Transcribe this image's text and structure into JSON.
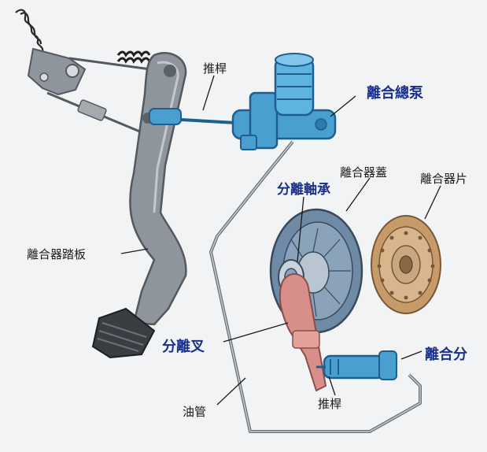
{
  "labels": {
    "push_rod_top": "推桿",
    "master_cylinder": "離合總泵",
    "clutch_cover": "離合器蓋",
    "release_bearing": "分離軸承",
    "clutch_disc": "離合器片",
    "clutch_pedal": "離合器踏板",
    "release_fork": "分離叉",
    "slave_cylinder": "離合分",
    "oil_pipe": "油管",
    "push_rod_bottom": "推桿"
  },
  "colors": {
    "background": "#f2f3f5",
    "metal_gray": "#8e959c",
    "metal_dark": "#55595e",
    "hydraulic_blue": "#4a9fd1",
    "hydraulic_dark": "#1f5f8f",
    "highlight_label": "#1a2f8a",
    "black_label": "#1a1a1a",
    "clutch_cover": "#6f8aa6",
    "disc_brown": "#c79a6a",
    "fork_pink": "#d88f8a",
    "spring_dark": "#2a2a2a"
  }
}
